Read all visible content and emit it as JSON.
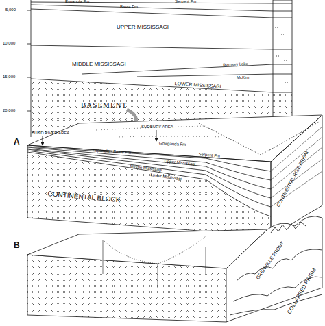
{
  "diagram": {
    "labels": [
      "Espanola Fm",
      "Serpent Fm",
      "Bruce Fm",
      "5,000",
      "UPPER MISSISSAGI",
      "10,000",
      "MIDDLE MISSISSAGI",
      "Ramsey Lake",
      "15,000",
      "McKim",
      "LOWER MISSISSAGI",
      "BASEMENT",
      "20,000",
      "A",
      "BLIND RIVER AREA",
      "SUDBURY AREA",
      "Gowganda Fm",
      "Espanola - Bruce Fm",
      "Serpent Fm",
      "Upper Mississagi",
      "Middle Mississagi",
      "Lower Mississagi",
      "CONTINENTAL RISE PRISM",
      "CONTINENTAL BLOCK",
      "B",
      "GRENVILLE FRONT",
      "COLLAPSED PRISM"
    ]
  }
}
